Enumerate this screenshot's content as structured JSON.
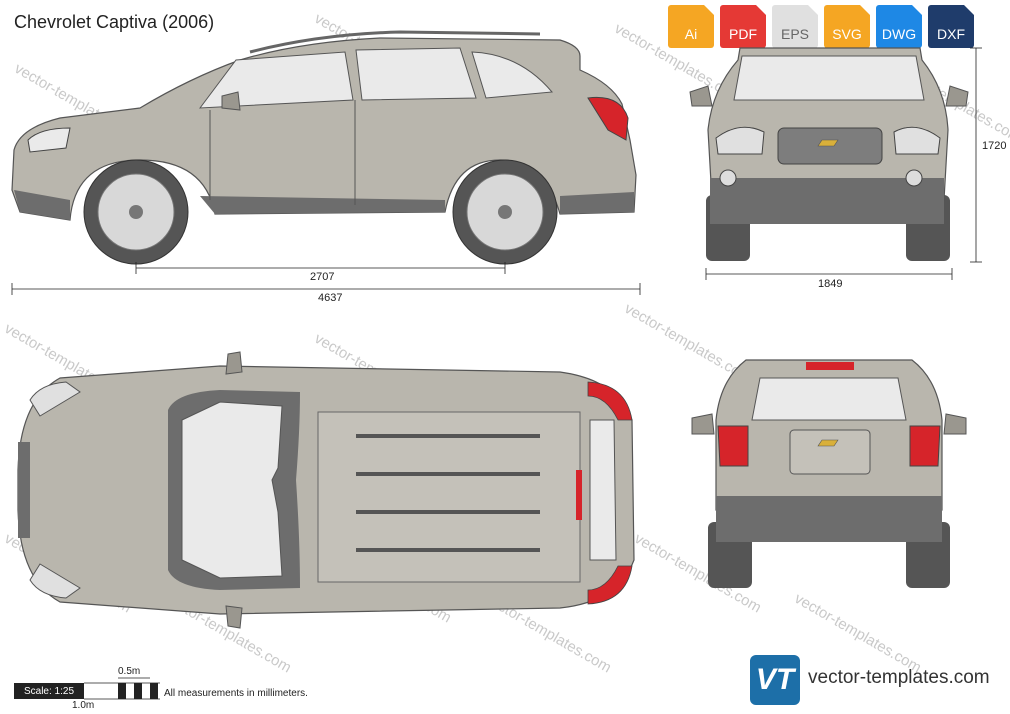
{
  "title": "Chevrolet Captiva (2006)",
  "formats": [
    {
      "label": "Ai",
      "color": "#f5a623"
    },
    {
      "label": "PDF",
      "color": "#e53935"
    },
    {
      "label": "EPS",
      "color": "#e0e0e0"
    },
    {
      "label": "SVG",
      "color": "#f5a623"
    },
    {
      "label": "DWG",
      "color": "#1e88e5"
    },
    {
      "label": "DXF",
      "color": "#1f3c6b"
    }
  ],
  "dimensions": {
    "wheelbase": "2707",
    "length": "4637",
    "width": "1849",
    "height": "1720"
  },
  "scale": {
    "label": "Scale: 1:25",
    "half_meter": "0.5m",
    "one_meter": "1.0m"
  },
  "note": "All measurements in millimeters.",
  "watermark": "vector-templates.com",
  "logo": {
    "mark": "VT",
    "site": "vector-templates.com"
  },
  "colors": {
    "body": "#b9b6ad",
    "trim": "#6d6d6d",
    "glass": "#eaeaea",
    "taillight": "#d6242a",
    "tyre": "#555555"
  }
}
